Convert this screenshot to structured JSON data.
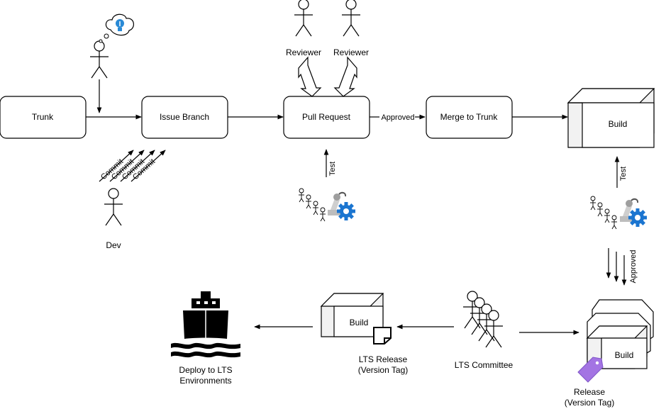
{
  "nodes": {
    "trunk": "Trunk",
    "issue_branch": "Issue Branch",
    "pull_request": "Pull Request",
    "merge_to_trunk": "Merge to Trunk",
    "build_main": "Build",
    "build_lts": "Build",
    "build_release": "Build"
  },
  "actors": {
    "reviewer_1": "Reviewer",
    "reviewer_2": "Reviewer",
    "dev": "Dev",
    "lts_committee": "LTS Committee"
  },
  "edges": {
    "approved_pr": "Approved",
    "test_pr": "Test",
    "test_build": "Test",
    "approved_release": "Approved",
    "commits": [
      "Commit",
      "Commit",
      "Commit",
      "Commit"
    ]
  },
  "labels": {
    "lts_release_line1": "LTS Release",
    "lts_release_line2": "(Version Tag)",
    "release_line1": "Release",
    "release_line2": "(Version Tag)",
    "deploy_line1": "Deploy to LTS",
    "deploy_line2": "Environments"
  },
  "icons": [
    "lightbulb-thought-icon",
    "robot-arm-gear-icon",
    "ship-icon",
    "note-icon",
    "tag-icon"
  ],
  "colors": {
    "stroke": "#000000",
    "box_fill": "#ffffff",
    "cube_side": "#f2f2f2",
    "gear": "#1b75d0",
    "tag": "#a374e3",
    "bulb": "#2a8ad6"
  }
}
